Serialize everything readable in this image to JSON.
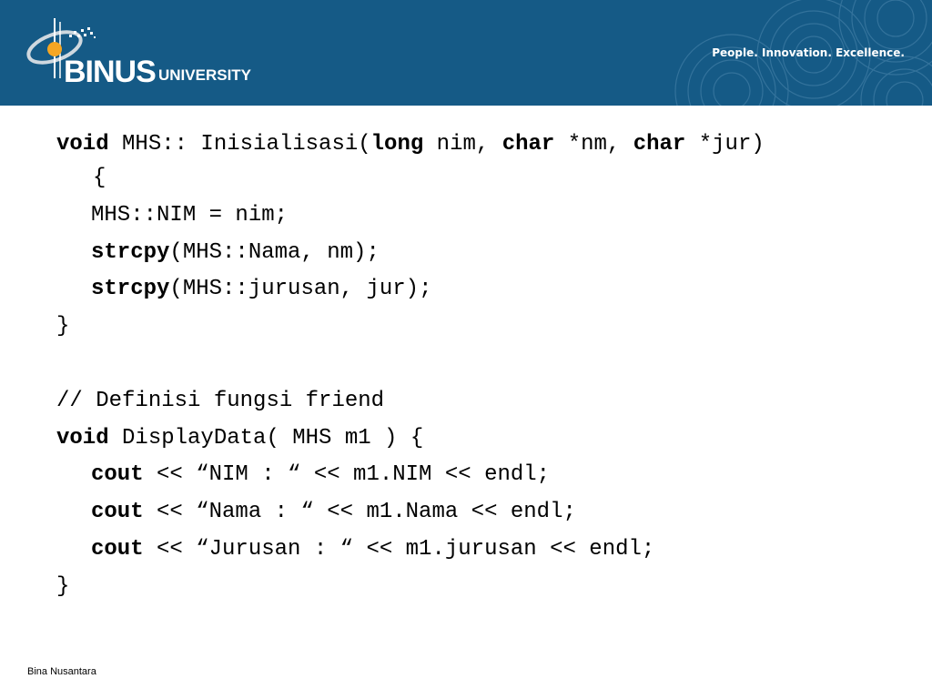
{
  "header": {
    "brand_main": "BINUS",
    "brand_sub": "UNIVERSITY",
    "tagline": "People. Innovation. Excellence.",
    "color": "#155a86"
  },
  "code": {
    "l1_kw1": "void",
    "l1_t1": " MHS:: Inisialisasi(",
    "l1_kw2": "long",
    "l1_t2": " nim, ",
    "l1_kw3": "char",
    "l1_t3": " *nm, ",
    "l1_kw4": "char",
    "l1_t4": " *jur)",
    "l2": "{",
    "l3": "MHS::NIM = nim;",
    "l4_kw": "strcpy",
    "l4_t": "(MHS::Nama, nm);",
    "l5_kw": "strcpy",
    "l5_t": "(MHS::jurusan, jur);",
    "l6": "}",
    "l8": "// Definisi fungsi friend",
    "l9_kw": "void",
    "l9_t": " DisplayData( MHS m1 ) {",
    "l10_kw": "cout",
    "l10_t": " << “NIM : “ << m1.NIM << endl;",
    "l11_kw": "cout",
    "l11_t": " << “Nama : “ << m1.Nama << endl;",
    "l12_kw": "cout",
    "l12_t": " << “Jurusan : “ << m1.jurusan << endl;",
    "l13": "}"
  },
  "footer": {
    "text": "Bina Nusantara"
  }
}
